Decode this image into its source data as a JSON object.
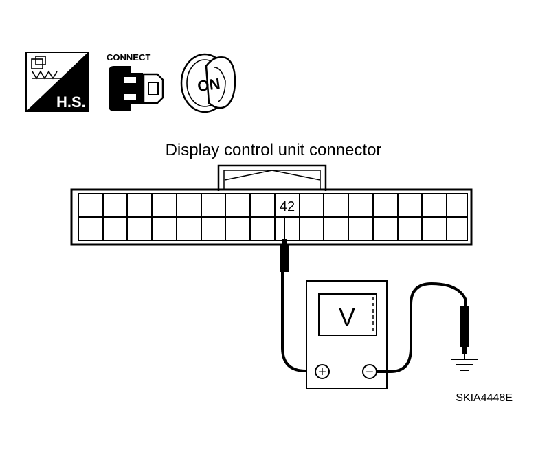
{
  "icons": {
    "hs_icon": {
      "name": "harness-service-icon",
      "label": "H.S."
    },
    "connect_icon": {
      "name": "connector-connect-icon",
      "label": "CONNECT"
    },
    "ignition_icon": {
      "name": "ignition-key-icon",
      "label": "ON"
    }
  },
  "diagram": {
    "title": "Display control unit connector",
    "terminal_label": "42",
    "meter_label": "V",
    "positive_symbol": "+",
    "negative_symbol": "−",
    "figure_id": "SKIA4448E"
  }
}
